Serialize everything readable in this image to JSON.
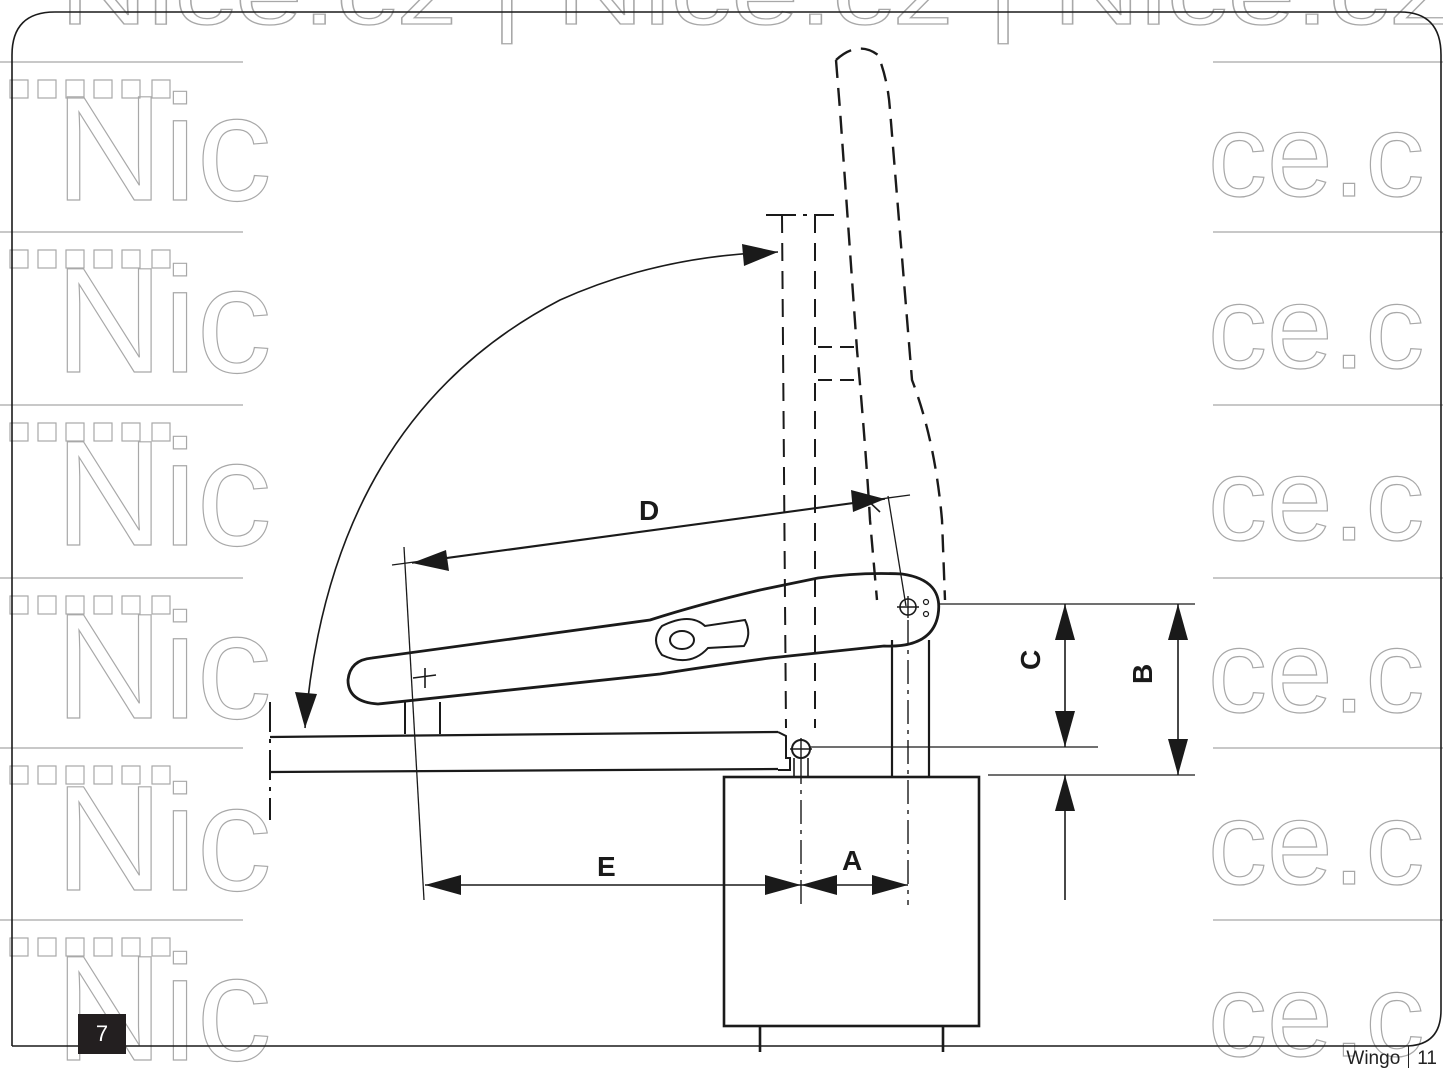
{
  "watermark": {
    "top_text": "Nice.cz | Nice.cz | Nice.cz",
    "left_text": "Nic",
    "right_text": "ce.c"
  },
  "labels": {
    "A": "A",
    "B": "B",
    "C": "C",
    "D": "D",
    "E": "E"
  },
  "figure_number": "7",
  "footer": {
    "product": "Wingo",
    "page": "11"
  },
  "colors": {
    "line": "#1a1a1a",
    "watermark": "#9a9a9a",
    "badge": "#231f20"
  }
}
